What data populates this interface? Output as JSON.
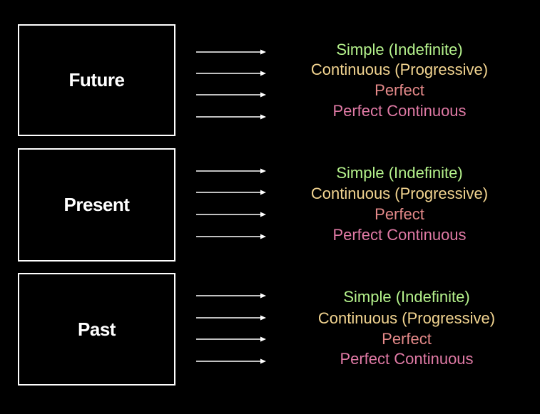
{
  "colors": {
    "background": "#000000",
    "box_border": "#ffffff",
    "label": "#ffffff",
    "arrow": "#ffffff",
    "simple": "#b5f28c",
    "continuous": "#f2d490",
    "perfect": "#e48989",
    "perfect_continuous": "#e07aa5"
  },
  "tenses": [
    {
      "label": "Future",
      "aspects": [
        "Simple (Indefinite)",
        "Continuous (Progressive)",
        "Perfect",
        "Perfect Continuous"
      ]
    },
    {
      "label": "Present",
      "aspects": [
        "Simple (Indefinite)",
        "Continuous (Progressive)",
        "Perfect",
        "Perfect Continuous"
      ]
    },
    {
      "label": "Past",
      "aspects": [
        "Simple (Indefinite)",
        "Continuous (Progressive)",
        "Perfect",
        "Perfect Continuous"
      ]
    }
  ]
}
